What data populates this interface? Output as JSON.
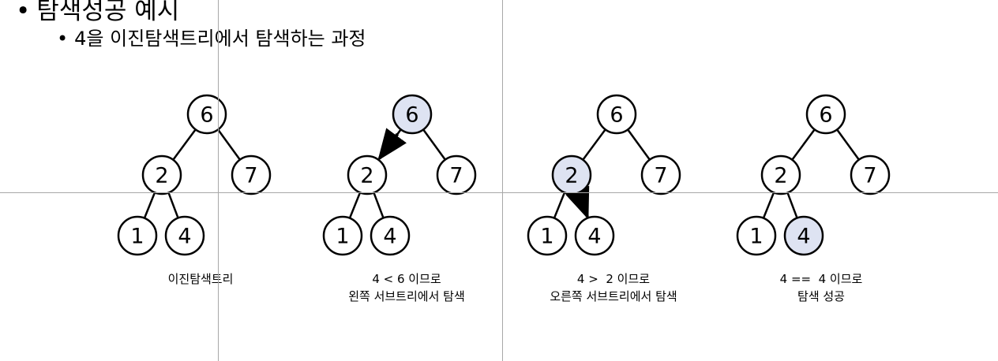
{
  "heading": {
    "bullet": "•",
    "text": "탐색성공 예시"
  },
  "subheading": {
    "bullet": "•",
    "text": "4을 이진탐색트리에서 탐색하는 과정"
  },
  "colors": {
    "highlight_fill": "#dee3f2",
    "node_fill": "#ffffff",
    "stroke": "#000000",
    "guide_line": "#a8a8a8"
  },
  "trees": [
    {
      "caption_lines": [
        "이진탐색트리"
      ],
      "nodes": {
        "root": "6",
        "left": "2",
        "right": "7",
        "left_left": "1",
        "left_right": "4"
      },
      "highlighted": [],
      "arrow": null
    },
    {
      "caption_lines": [
        "4 < 6 이므로",
        "왼쪽 서브트리에서 탐색"
      ],
      "nodes": {
        "root": "6",
        "left": "2",
        "right": "7",
        "left_left": "1",
        "left_right": "4"
      },
      "highlighted": [
        "root"
      ],
      "arrow": "root-to-left"
    },
    {
      "caption_lines": [
        "4 >  2 이므로",
        "오른쪽 서브트리에서 탐색"
      ],
      "nodes": {
        "root": "6",
        "left": "2",
        "right": "7",
        "left_left": "1",
        "left_right": "4"
      },
      "highlighted": [
        "left"
      ],
      "arrow": "left-to-left_right"
    },
    {
      "caption_lines": [
        "4 ==  4 이므로",
        "탐색 성공"
      ],
      "nodes": {
        "root": "6",
        "left": "2",
        "right": "7",
        "left_left": "1",
        "left_right": "4"
      },
      "highlighted": [
        "left_right"
      ],
      "arrow": null
    }
  ]
}
